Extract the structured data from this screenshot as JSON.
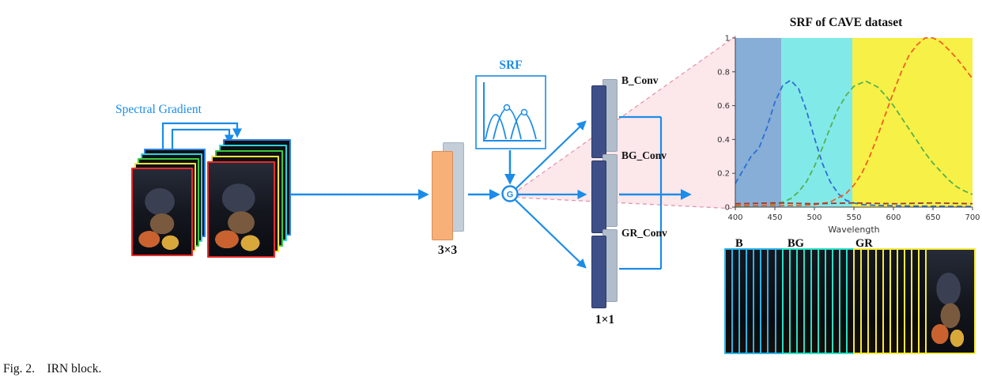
{
  "caption": "Fig. 2. IRN block.",
  "labels": {
    "spectral_gradient": "Spectral Gradient",
    "srf": "SRF",
    "concat": "G",
    "conv3": "3×3",
    "conv1": "1×1",
    "b_conv": "B_Conv",
    "bg_conv": "BG_Conv",
    "gr_conv": "GR_Conv"
  },
  "colors": {
    "arrow_blue": "#1b8ce8",
    "orange_block": "#f6b078",
    "gray_block": "#c3ced9",
    "dark_slab": "#3e4f88",
    "light_slab": "#b2bdcb",
    "cone_fill": "rgba(247,196,205,0.40)",
    "cone_edge": "#e090a8"
  },
  "input_stack": {
    "layer_colors": [
      "#2f7fe0",
      "#2cd3dc",
      "#3bc93b",
      "#f2e33a",
      "#ea2b2b"
    ]
  },
  "cube": {
    "groups": [
      {
        "label": "B",
        "count": 8,
        "border": "#2ab4e8"
      },
      {
        "label": "BG",
        "count": 10,
        "border": "#2ae0c4"
      },
      {
        "label": "GR",
        "count": 11,
        "border": "#f2ea3a"
      }
    ]
  },
  "chart_data": {
    "type": "line",
    "title": "SRF of CAVE dataset",
    "xlabel": "Wavelength",
    "ylabel": "",
    "xlim": [
      400,
      700
    ],
    "ylim": [
      0,
      1
    ],
    "xticks": [
      400,
      450,
      500,
      550,
      600,
      650,
      700
    ],
    "yticks": [
      0,
      0.2,
      0.4,
      0.6,
      0.8,
      1
    ],
    "legend": "none",
    "grid": false,
    "bands": [
      {
        "from": 400,
        "to": 458,
        "color": "#86aed6"
      },
      {
        "from": 458,
        "to": 548,
        "color": "#82e9e9"
      },
      {
        "from": 548,
        "to": 700,
        "color": "#f7f046"
      }
    ],
    "series": [
      {
        "name": "Blue SRF",
        "color": "#2d6fd2",
        "dash": true,
        "points": [
          [
            400,
            0.14
          ],
          [
            410,
            0.22
          ],
          [
            420,
            0.3
          ],
          [
            430,
            0.35
          ],
          [
            440,
            0.47
          ],
          [
            450,
            0.62
          ],
          [
            460,
            0.72
          ],
          [
            470,
            0.75
          ],
          [
            480,
            0.7
          ],
          [
            490,
            0.57
          ],
          [
            500,
            0.41
          ],
          [
            510,
            0.26
          ],
          [
            520,
            0.15
          ],
          [
            530,
            0.08
          ],
          [
            540,
            0.04
          ],
          [
            550,
            0.025
          ],
          [
            560,
            0.015
          ],
          [
            580,
            0.01
          ],
          [
            600,
            0.008
          ],
          [
            650,
            0.005
          ],
          [
            700,
            0.004
          ]
        ]
      },
      {
        "name": "Green SRF",
        "color": "#55b04f",
        "dash": true,
        "points": [
          [
            400,
            0.005
          ],
          [
            440,
            0.01
          ],
          [
            460,
            0.03
          ],
          [
            470,
            0.05
          ],
          [
            480,
            0.09
          ],
          [
            490,
            0.15
          ],
          [
            500,
            0.24
          ],
          [
            510,
            0.35
          ],
          [
            520,
            0.47
          ],
          [
            530,
            0.58
          ],
          [
            540,
            0.66
          ],
          [
            550,
            0.715
          ],
          [
            565,
            0.745
          ],
          [
            580,
            0.71
          ],
          [
            590,
            0.66
          ],
          [
            600,
            0.6
          ],
          [
            610,
            0.53
          ],
          [
            620,
            0.46
          ],
          [
            630,
            0.39
          ],
          [
            640,
            0.32
          ],
          [
            650,
            0.26
          ],
          [
            660,
            0.21
          ],
          [
            670,
            0.16
          ],
          [
            680,
            0.12
          ],
          [
            690,
            0.095
          ],
          [
            700,
            0.075
          ]
        ]
      },
      {
        "name": "Red SRF",
        "color": "#ef5f28",
        "dash": true,
        "points": [
          [
            400,
            0.01
          ],
          [
            480,
            0.01
          ],
          [
            500,
            0.015
          ],
          [
            520,
            0.03
          ],
          [
            540,
            0.08
          ],
          [
            550,
            0.13
          ],
          [
            560,
            0.2
          ],
          [
            570,
            0.3
          ],
          [
            580,
            0.42
          ],
          [
            590,
            0.55
          ],
          [
            600,
            0.68
          ],
          [
            610,
            0.8
          ],
          [
            620,
            0.9
          ],
          [
            630,
            0.96
          ],
          [
            640,
            1.0
          ],
          [
            650,
            1.0
          ],
          [
            660,
            0.975
          ],
          [
            670,
            0.93
          ],
          [
            680,
            0.88
          ],
          [
            690,
            0.82
          ],
          [
            700,
            0.76
          ]
        ]
      },
      {
        "name": "Baseline SRF",
        "color": "#9a3b2e",
        "dash": true,
        "points": [
          [
            400,
            0.02
          ],
          [
            450,
            0.025
          ],
          [
            500,
            0.02
          ],
          [
            550,
            0.025
          ],
          [
            600,
            0.02
          ],
          [
            650,
            0.025
          ],
          [
            700,
            0.02
          ]
        ]
      }
    ]
  }
}
